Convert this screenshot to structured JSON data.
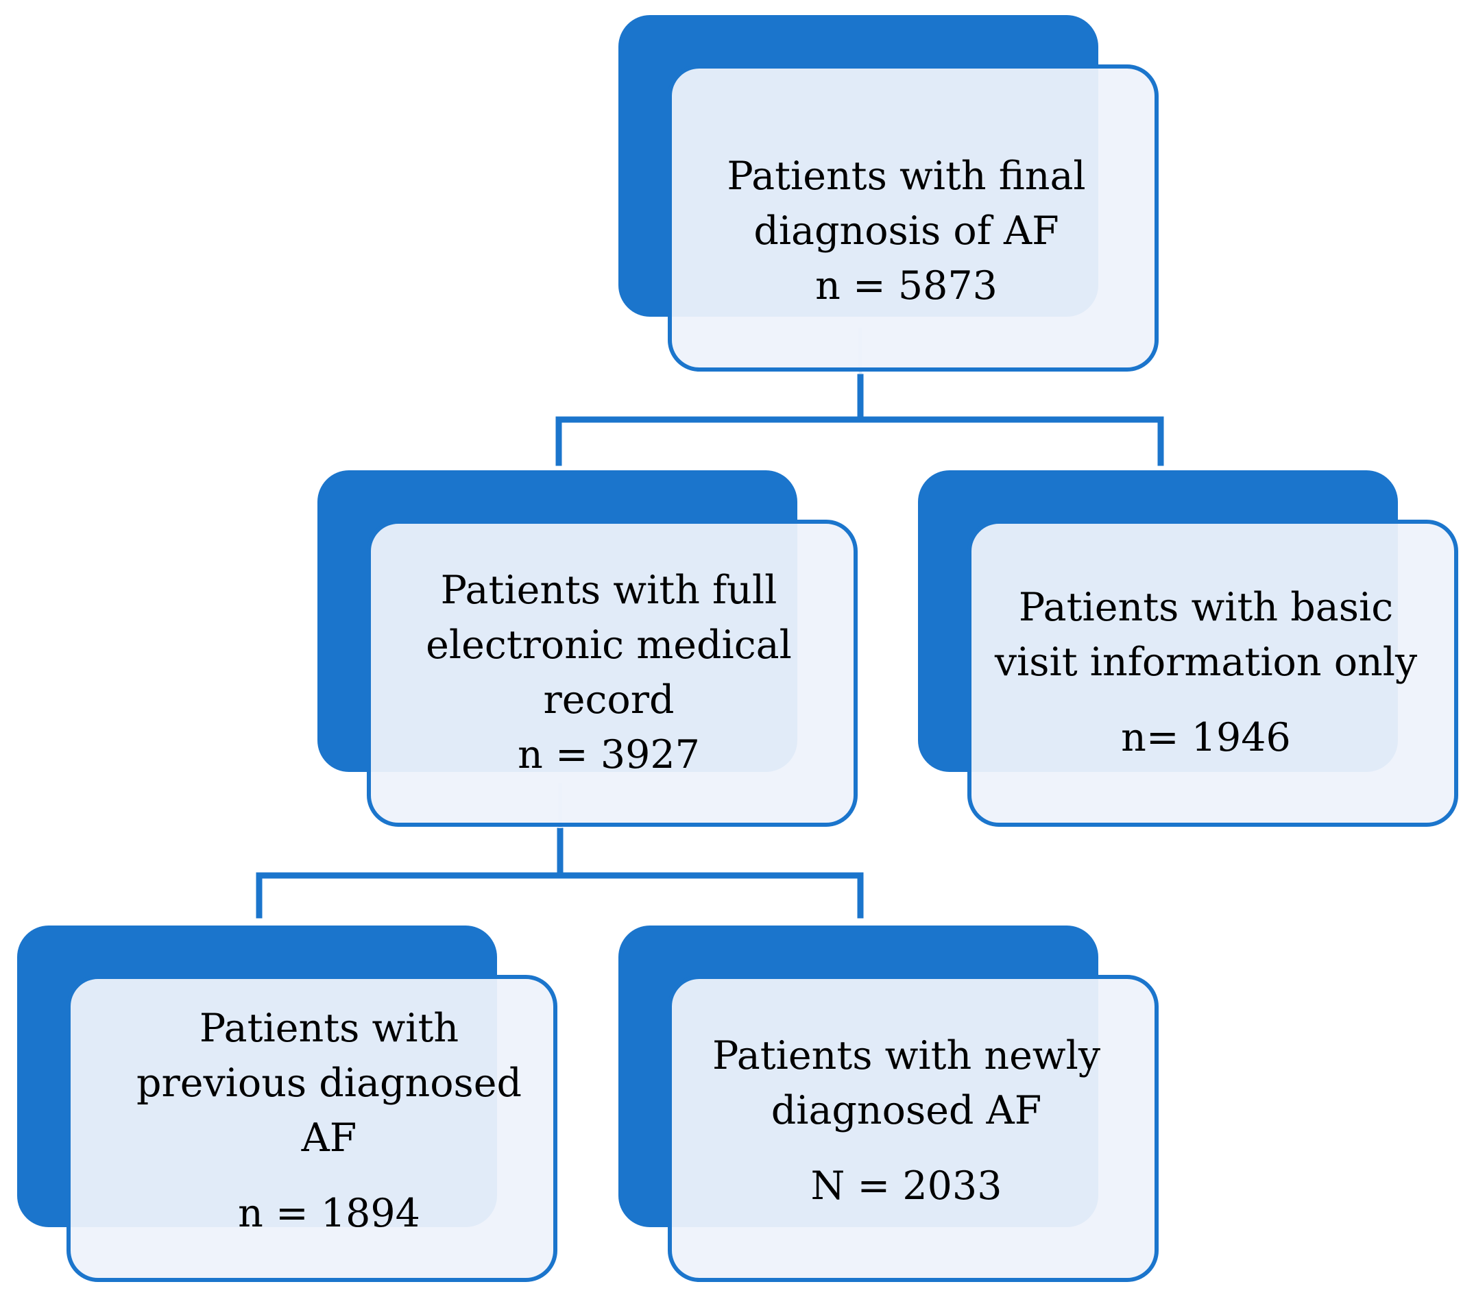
{
  "diagram": {
    "root": {
      "lines": [
        "Patients with final",
        "diagnosis of AF"
      ],
      "count": "n = 5873"
    },
    "left": {
      "lines": [
        "Patients with full",
        "electronic medical",
        "record"
      ],
      "count": "n = 3927"
    },
    "right": {
      "lines": [
        "Patients with basic",
        "visit information only"
      ],
      "count": "n= 1946"
    },
    "left_left": {
      "lines": [
        "Patients with",
        "previous diagnosed",
        "AF"
      ],
      "count": "n = 1894"
    },
    "left_right": {
      "lines": [
        "Patients with newly",
        "diagnosed AF"
      ],
      "count": "N = 2033"
    }
  },
  "colors": {
    "accent": "#1b75cc",
    "box_fill": "#eef2fb",
    "text": "#000000"
  }
}
